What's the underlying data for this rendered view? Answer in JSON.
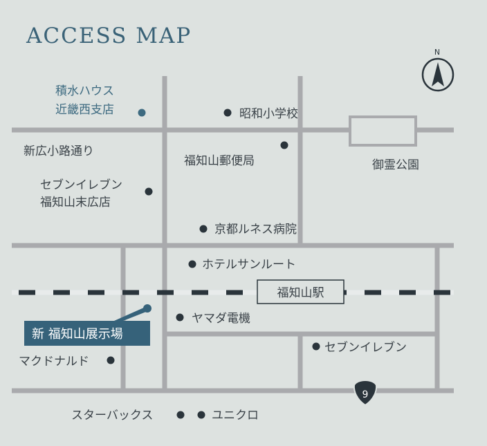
{
  "title": "ACCESS MAP",
  "compass": {
    "label": "N"
  },
  "colors": {
    "background": "#dde2e0",
    "road": "#a9aaad",
    "accent": "#36627a",
    "dark": "#2a343b"
  },
  "route_marker": "9",
  "station": "福知山駅",
  "showroom": "新 福知山展示場",
  "street_label": "新広小路通り",
  "park_label": "御霊公園",
  "landmarks": {
    "sekisui_line1": "積水ハウス",
    "sekisui_line2": "近畿西支店",
    "showa_school": "昭和小学校",
    "post_office": "福知山郵便局",
    "seven_suehiro_line1": "セブンイレブン",
    "seven_suehiro_line2": "福知山末広店",
    "renesu_hospital": "京都ルネス病院",
    "hotel": "ホテルサンルート",
    "yamada": "ヤマダ電機",
    "seven_eleven": "セブンイレブン",
    "mcdonalds": "マクドナルド",
    "starbucks": "スターバックス",
    "uniqlo": "ユニクロ"
  }
}
